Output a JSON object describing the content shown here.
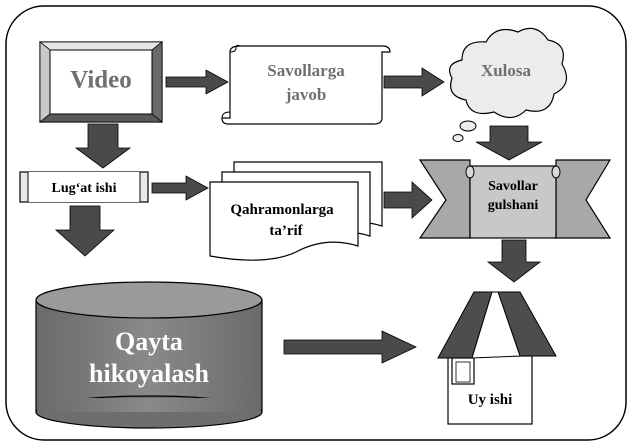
{
  "nodes": {
    "video": {
      "label": "Video"
    },
    "answers": {
      "line1": "Savollarga",
      "line2": "javob"
    },
    "conclusion": {
      "label": "Xulosa"
    },
    "vocab": {
      "label": "Lug‘at ishi"
    },
    "characters": {
      "line1": "Qahramonlarga",
      "line2": "ta’rif"
    },
    "question_bouquet": {
      "line1": "Savollar",
      "line2": "gulshani"
    },
    "retelling": {
      "line1": "Qayta",
      "line2": "hikoyalash"
    },
    "homework": {
      "label": "Uy ishi"
    }
  },
  "colors": {
    "arrow_fill": "#4a4a4a",
    "dark_gray": "#6e6e6e",
    "mid_gray": "#9a9a9a",
    "light_gray": "#d4d4d4",
    "roof_dark": "#4d4d4d",
    "line": "#000000",
    "text_gray": "#707070"
  }
}
